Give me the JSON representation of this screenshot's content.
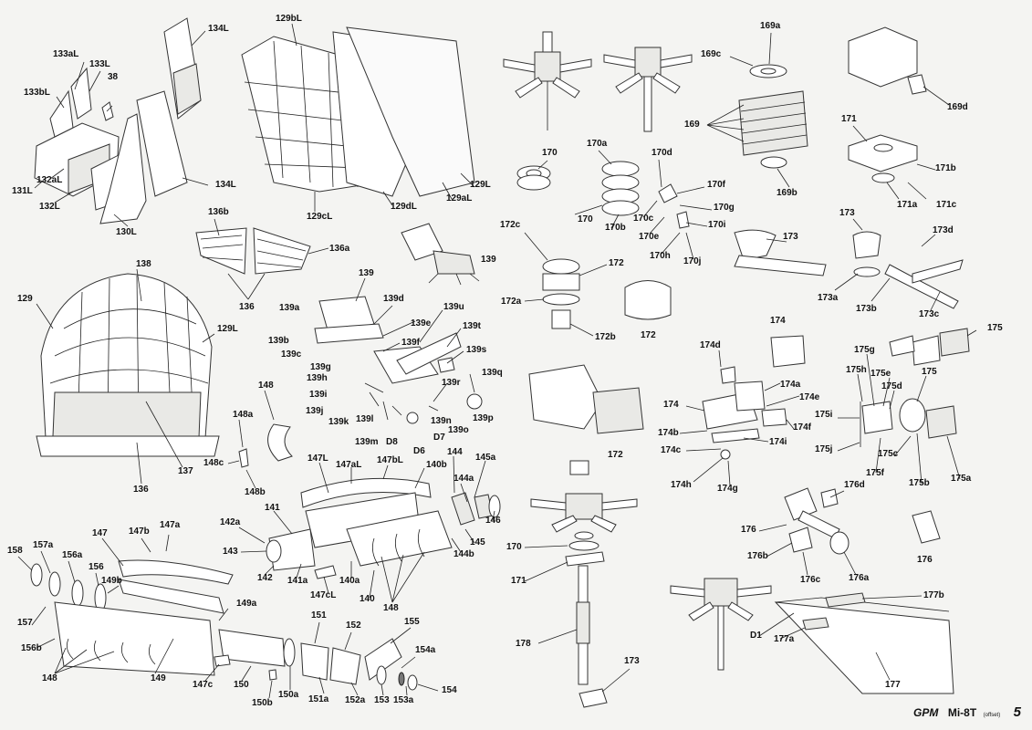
{
  "footer": {
    "brand": "GPM",
    "model": "Mi-8T",
    "variant": "(offset)",
    "page": "5"
  },
  "labels": [
    {
      "id": "133aL",
      "t": "133aL"
    },
    {
      "id": "133L",
      "t": "133L"
    },
    {
      "id": "38",
      "t": "38"
    },
    {
      "id": "133bL",
      "t": "133bL"
    },
    {
      "id": "132aL",
      "t": "132aL"
    },
    {
      "id": "131L",
      "t": "131L"
    },
    {
      "id": "132L",
      "t": "132L"
    },
    {
      "id": "130L",
      "t": "130L"
    },
    {
      "id": "134L_a",
      "t": "134L"
    },
    {
      "id": "134L_b",
      "t": "134L"
    },
    {
      "id": "129bL",
      "t": "129bL"
    },
    {
      "id": "129cL",
      "t": "129cL"
    },
    {
      "id": "129dL",
      "t": "129dL"
    },
    {
      "id": "129aL",
      "t": "129aL"
    },
    {
      "id": "129L_a",
      "t": "129L"
    },
    {
      "id": "136b",
      "t": "136b"
    },
    {
      "id": "136a",
      "t": "136a"
    },
    {
      "id": "136_a",
      "t": "136"
    },
    {
      "id": "138",
      "t": "138"
    },
    {
      "id": "129",
      "t": "129"
    },
    {
      "id": "129L_b",
      "t": "129L"
    },
    {
      "id": "136_b",
      "t": "136"
    },
    {
      "id": "137",
      "t": "137"
    },
    {
      "id": "139_a",
      "t": "139"
    },
    {
      "id": "139_b",
      "t": "139"
    },
    {
      "id": "139a",
      "t": "139a"
    },
    {
      "id": "139d",
      "t": "139d"
    },
    {
      "id": "139u",
      "t": "139u"
    },
    {
      "id": "139b",
      "t": "139b"
    },
    {
      "id": "139e",
      "t": "139e"
    },
    {
      "id": "139t",
      "t": "139t"
    },
    {
      "id": "139c",
      "t": "139c"
    },
    {
      "id": "139f",
      "t": "139f"
    },
    {
      "id": "139g",
      "t": "139g"
    },
    {
      "id": "139s",
      "t": "139s"
    },
    {
      "id": "139h",
      "t": "139h"
    },
    {
      "id": "139q",
      "t": "139q"
    },
    {
      "id": "139r",
      "t": "139r"
    },
    {
      "id": "139i",
      "t": "139i"
    },
    {
      "id": "139j",
      "t": "139j"
    },
    {
      "id": "139k",
      "t": "139k"
    },
    {
      "id": "139l",
      "t": "139l"
    },
    {
      "id": "139n",
      "t": "139n"
    },
    {
      "id": "139p",
      "t": "139p"
    },
    {
      "id": "139m",
      "t": "139m"
    },
    {
      "id": "D8",
      "t": "D8"
    },
    {
      "id": "D7",
      "t": "D7"
    },
    {
      "id": "139o",
      "t": "139o"
    },
    {
      "id": "D6",
      "t": "D6"
    },
    {
      "id": "148",
      "t": "148"
    },
    {
      "id": "148a",
      "t": "148a"
    },
    {
      "id": "148c",
      "t": "148c"
    },
    {
      "id": "148b",
      "t": "148b"
    },
    {
      "id": "147L",
      "t": "147L"
    },
    {
      "id": "147aL",
      "t": "147aL"
    },
    {
      "id": "147bL",
      "t": "147bL"
    },
    {
      "id": "140b",
      "t": "140b"
    },
    {
      "id": "144",
      "t": "144"
    },
    {
      "id": "145a",
      "t": "145a"
    },
    {
      "id": "144a",
      "t": "144a"
    },
    {
      "id": "141",
      "t": "141"
    },
    {
      "id": "146",
      "t": "146"
    },
    {
      "id": "142a",
      "t": "142a"
    },
    {
      "id": "145",
      "t": "145"
    },
    {
      "id": "143",
      "t": "143"
    },
    {
      "id": "144b",
      "t": "144b"
    },
    {
      "id": "142",
      "t": "142"
    },
    {
      "id": "141a",
      "t": "141a"
    },
    {
      "id": "140a",
      "t": "140a"
    },
    {
      "id": "147cL",
      "t": "147cL"
    },
    {
      "id": "140",
      "t": "140"
    },
    {
      "id": "148_b",
      "t": "148"
    },
    {
      "id": "147",
      "t": "147"
    },
    {
      "id": "147b",
      "t": "147b"
    },
    {
      "id": "147a",
      "t": "147a"
    },
    {
      "id": "158",
      "t": "158"
    },
    {
      "id": "157a",
      "t": "157a"
    },
    {
      "id": "156a",
      "t": "156a"
    },
    {
      "id": "156",
      "t": "156"
    },
    {
      "id": "149b",
      "t": "149b"
    },
    {
      "id": "149a",
      "t": "149a"
    },
    {
      "id": "157",
      "t": "157"
    },
    {
      "id": "151",
      "t": "151"
    },
    {
      "id": "152",
      "t": "152"
    },
    {
      "id": "155",
      "t": "155"
    },
    {
      "id": "156b",
      "t": "156b"
    },
    {
      "id": "154a",
      "t": "154a"
    },
    {
      "id": "148_c",
      "t": "148"
    },
    {
      "id": "149",
      "t": "149"
    },
    {
      "id": "147c",
      "t": "147c"
    },
    {
      "id": "150",
      "t": "150"
    },
    {
      "id": "154",
      "t": "154"
    },
    {
      "id": "150b",
      "t": "150b"
    },
    {
      "id": "150a",
      "t": "150a"
    },
    {
      "id": "151a",
      "t": "151a"
    },
    {
      "id": "152a",
      "t": "152a"
    },
    {
      "id": "153",
      "t": "153"
    },
    {
      "id": "153a",
      "t": "153a"
    },
    {
      "id": "169a",
      "t": "169a"
    },
    {
      "id": "169c",
      "t": "169c"
    },
    {
      "id": "169",
      "t": "169"
    },
    {
      "id": "169b",
      "t": "169b"
    },
    {
      "id": "169d",
      "t": "169d"
    },
    {
      "id": "170_a",
      "t": "170"
    },
    {
      "id": "170a",
      "t": "170a"
    },
    {
      "id": "170d",
      "t": "170d"
    },
    {
      "id": "170f",
      "t": "170f"
    },
    {
      "id": "170g",
      "t": "170g"
    },
    {
      "id": "170_b",
      "t": "170"
    },
    {
      "id": "170c",
      "t": "170c"
    },
    {
      "id": "170i",
      "t": "170i"
    },
    {
      "id": "170b",
      "t": "170b"
    },
    {
      "id": "170e",
      "t": "170e"
    },
    {
      "id": "170h",
      "t": "170h"
    },
    {
      "id": "170j",
      "t": "170j"
    },
    {
      "id": "171_a",
      "t": "171"
    },
    {
      "id": "171b",
      "t": "171b"
    },
    {
      "id": "171a",
      "t": "171a"
    },
    {
      "id": "171c",
      "t": "171c"
    },
    {
      "id": "172c",
      "t": "172c"
    },
    {
      "id": "172_a",
      "t": "172"
    },
    {
      "id": "172a",
      "t": "172a"
    },
    {
      "id": "172b",
      "t": "172b"
    },
    {
      "id": "172_b",
      "t": "172"
    },
    {
      "id": "172_c",
      "t": "172"
    },
    {
      "id": "173_a",
      "t": "173"
    },
    {
      "id": "173_b",
      "t": "173"
    },
    {
      "id": "173d",
      "t": "173d"
    },
    {
      "id": "173a",
      "t": "173a"
    },
    {
      "id": "173b",
      "t": "173b"
    },
    {
      "id": "173c",
      "t": "173c"
    },
    {
      "id": "174",
      "t": "174"
    },
    {
      "id": "174d",
      "t": "174d"
    },
    {
      "id": "174a",
      "t": "174a"
    },
    {
      "id": "174e",
      "t": "174e"
    },
    {
      "id": "174_b",
      "t": "174"
    },
    {
      "id": "174f",
      "t": "174f"
    },
    {
      "id": "174b",
      "t": "174b"
    },
    {
      "id": "174i",
      "t": "174i"
    },
    {
      "id": "174c",
      "t": "174c"
    },
    {
      "id": "174h",
      "t": "174h"
    },
    {
      "id": "174g",
      "t": "174g"
    },
    {
      "id": "175_a",
      "t": "175"
    },
    {
      "id": "175g",
      "t": "175g"
    },
    {
      "id": "175h",
      "t": "175h"
    },
    {
      "id": "175e",
      "t": "175e"
    },
    {
      "id": "175_b",
      "t": "175"
    },
    {
      "id": "175d",
      "t": "175d"
    },
    {
      "id": "175i",
      "t": "175i"
    },
    {
      "id": "175j",
      "t": "175j"
    },
    {
      "id": "175c",
      "t": "175c"
    },
    {
      "id": "175f",
      "t": "175f"
    },
    {
      "id": "175b",
      "t": "175b"
    },
    {
      "id": "175a",
      "t": "175a"
    },
    {
      "id": "176d",
      "t": "176d"
    },
    {
      "id": "176_a",
      "t": "176"
    },
    {
      "id": "176b",
      "t": "176b"
    },
    {
      "id": "176c",
      "t": "176c"
    },
    {
      "id": "176a",
      "t": "176a"
    },
    {
      "id": "176_b",
      "t": "176"
    },
    {
      "id": "170_c",
      "t": "170"
    },
    {
      "id": "171_b",
      "t": "171"
    },
    {
      "id": "178",
      "t": "178"
    },
    {
      "id": "173_c",
      "t": "173"
    },
    {
      "id": "177b",
      "t": "177b"
    },
    {
      "id": "D1",
      "t": "D1"
    },
    {
      "id": "177a",
      "t": "177a"
    },
    {
      "id": "177",
      "t": "177"
    }
  ]
}
